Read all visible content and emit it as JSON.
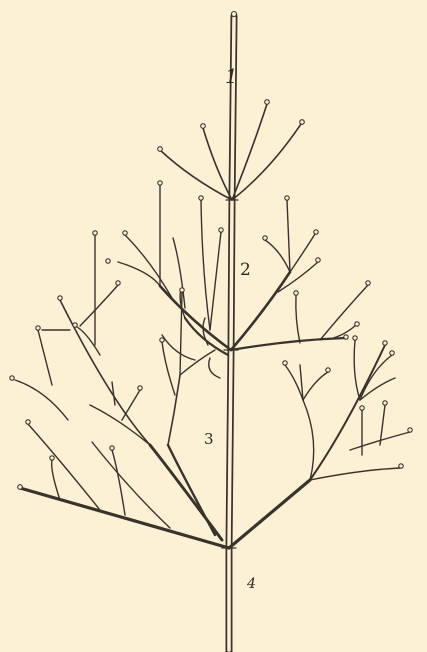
{
  "figure": {
    "labels": [
      "1",
      "2",
      "3",
      "4"
    ]
  }
}
